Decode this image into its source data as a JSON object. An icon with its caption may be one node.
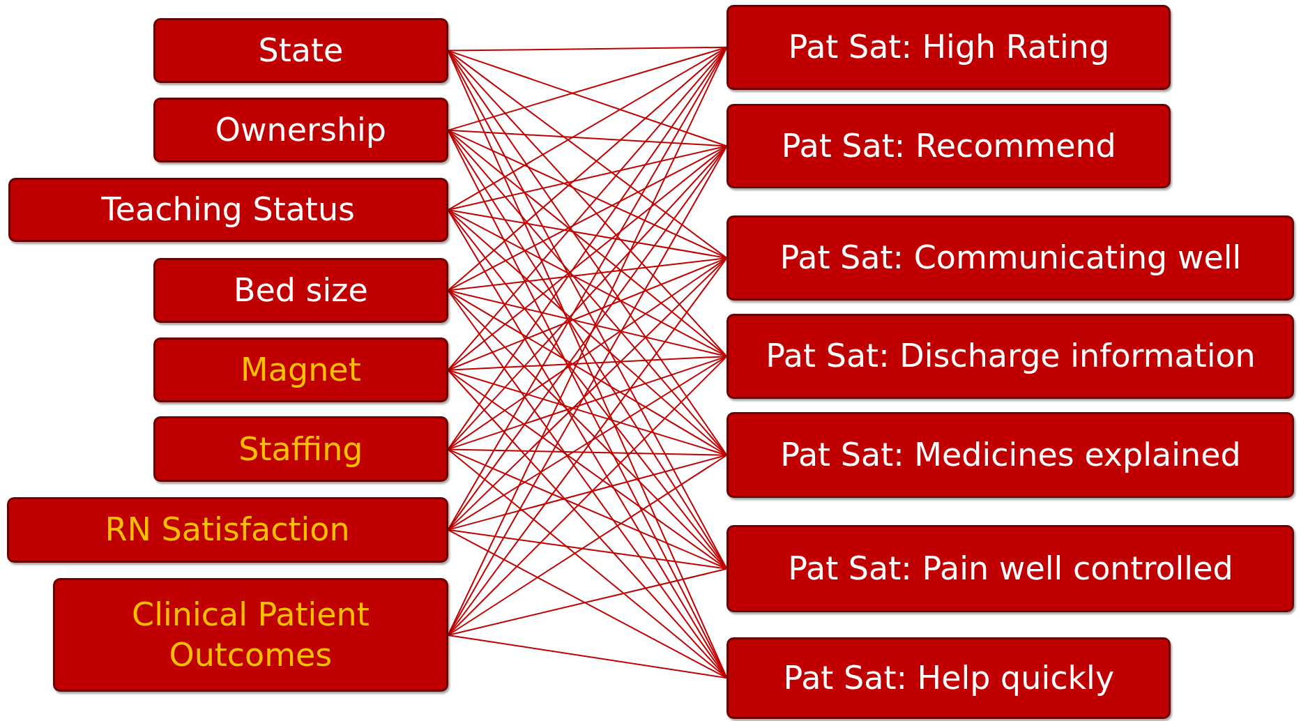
{
  "diagram": {
    "nodes": [
      {
        "text": [
          "State"
        ]
      },
      {
        "text": [
          "Ownership"
        ]
      },
      {
        "text": [
          "Teaching Status"
        ]
      },
      {
        "text": [
          "Bed size"
        ]
      },
      {
        "text": [
          "Magnet"
        ]
      },
      {
        "text": [
          "Staffing"
        ]
      },
      {
        "text": [
          "RN Satisfaction"
        ]
      },
      {
        "text": [
          "Clinical Patient Outcomes"
        ]
      },
      {
        "text": [
          "Pat Sat: High Rating"
        ]
      },
      {
        "text": [
          "Pat Sat: Recommend"
        ]
      },
      {
        "text": [
          "Pat Sat: Communicating well"
        ]
      },
      {
        "text": [
          "Pat Sat: Discharge information"
        ]
      },
      {
        "text": [
          "Pat Sat: Medicines explained"
        ]
      },
      {
        "text": [
          "Pat Sat: Pain well controlled"
        ]
      },
      {
        "text": [
          "Pat Sat: Help quickly"
        ]
      }
    ],
    "edges": [
      {
        "from": 0,
        "to": 8,
        "arrow": "none"
      },
      {
        "from": 0,
        "to": 9,
        "arrow": "none"
      },
      {
        "from": 0,
        "to": 10,
        "arrow": "none"
      },
      {
        "from": 0,
        "to": 11,
        "arrow": "none"
      },
      {
        "from": 0,
        "to": 12,
        "arrow": "none"
      },
      {
        "from": 0,
        "to": 13,
        "arrow": "none"
      },
      {
        "from": 0,
        "to": 14,
        "arrow": "none"
      },
      {
        "from": 1,
        "to": 8,
        "arrow": "none"
      },
      {
        "from": 1,
        "to": 9,
        "arrow": "none"
      },
      {
        "from": 1,
        "to": 10,
        "arrow": "none"
      },
      {
        "from": 1,
        "to": 11,
        "arrow": "none"
      },
      {
        "from": 1,
        "to": 12,
        "arrow": "none"
      },
      {
        "from": 1,
        "to": 13,
        "arrow": "none"
      },
      {
        "from": 1,
        "to": 14,
        "arrow": "none"
      },
      {
        "from": 2,
        "to": 8,
        "arrow": "none"
      },
      {
        "from": 2,
        "to": 9,
        "arrow": "none"
      },
      {
        "from": 2,
        "to": 10,
        "arrow": "none"
      },
      {
        "from": 2,
        "to": 11,
        "arrow": "none"
      },
      {
        "from": 2,
        "to": 12,
        "arrow": "none"
      },
      {
        "from": 2,
        "to": 13,
        "arrow": "none"
      },
      {
        "from": 2,
        "to": 14,
        "arrow": "none"
      },
      {
        "from": 3,
        "to": 8,
        "arrow": "none"
      },
      {
        "from": 3,
        "to": 9,
        "arrow": "none"
      },
      {
        "from": 3,
        "to": 10,
        "arrow": "none"
      },
      {
        "from": 3,
        "to": 11,
        "arrow": "none"
      },
      {
        "from": 3,
        "to": 12,
        "arrow": "none"
      },
      {
        "from": 3,
        "to": 13,
        "arrow": "none"
      },
      {
        "from": 3,
        "to": 14,
        "arrow": "none"
      },
      {
        "from": 4,
        "to": 8,
        "arrow": "none"
      },
      {
        "from": 4,
        "to": 9,
        "arrow": "none"
      },
      {
        "from": 4,
        "to": 10,
        "arrow": "none"
      },
      {
        "from": 4,
        "to": 11,
        "arrow": "none"
      },
      {
        "from": 4,
        "to": 12,
        "arrow": "none"
      },
      {
        "from": 4,
        "to": 13,
        "arrow": "none"
      },
      {
        "from": 4,
        "to": 14,
        "arrow": "none"
      },
      {
        "from": 5,
        "to": 8,
        "arrow": "none"
      },
      {
        "from": 5,
        "to": 9,
        "arrow": "none"
      },
      {
        "from": 5,
        "to": 10,
        "arrow": "none"
      },
      {
        "from": 5,
        "to": 11,
        "arrow": "none"
      },
      {
        "from": 5,
        "to": 12,
        "arrow": "none"
      },
      {
        "from": 5,
        "to": 13,
        "arrow": "none"
      },
      {
        "from": 5,
        "to": 14,
        "arrow": "none"
      },
      {
        "from": 6,
        "to": 8,
        "arrow": "none"
      },
      {
        "from": 6,
        "to": 9,
        "arrow": "none"
      },
      {
        "from": 6,
        "to": 10,
        "arrow": "none"
      },
      {
        "from": 6,
        "to": 11,
        "arrow": "none"
      },
      {
        "from": 6,
        "to": 12,
        "arrow": "none"
      },
      {
        "from": 6,
        "to": 13,
        "arrow": "none"
      },
      {
        "from": 6,
        "to": 14,
        "arrow": "none"
      },
      {
        "from": 7,
        "to": 8,
        "arrow": "none"
      },
      {
        "from": 7,
        "to": 9,
        "arrow": "none"
      },
      {
        "from": 7,
        "to": 10,
        "arrow": "none"
      },
      {
        "from": 7,
        "to": 11,
        "arrow": "none"
      },
      {
        "from": 7,
        "to": 12,
        "arrow": "none"
      },
      {
        "from": 7,
        "to": 13,
        "arrow": "none"
      },
      {
        "from": 7,
        "to": 14,
        "arrow": "none"
      }
    ]
  }
}
